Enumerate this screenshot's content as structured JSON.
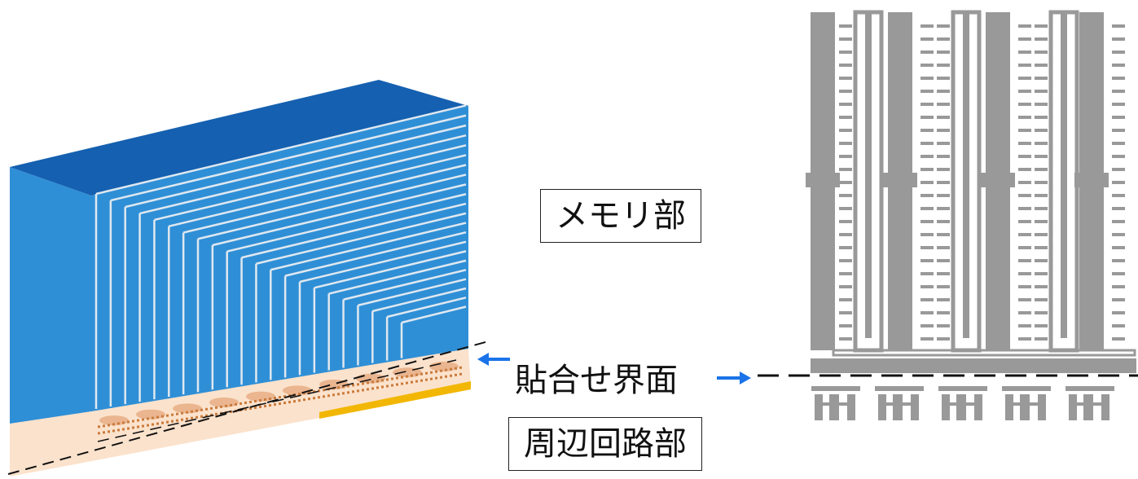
{
  "labels": {
    "memory": "メモリ部",
    "bonding_interface": "貼合せ界面",
    "peripheral_circuit": "周辺回路部"
  },
  "colors": {
    "block_top": "#1560b0",
    "block_front": "#2f8fd6",
    "base": "#fbe2cc",
    "bond_pads": "#e8b088",
    "yellow_strip": "#f2b705",
    "cross_section": "#999999",
    "arrow": "#1a73e8"
  },
  "icons": [
    "left-arrow-icon",
    "right-arrow-icon"
  ]
}
